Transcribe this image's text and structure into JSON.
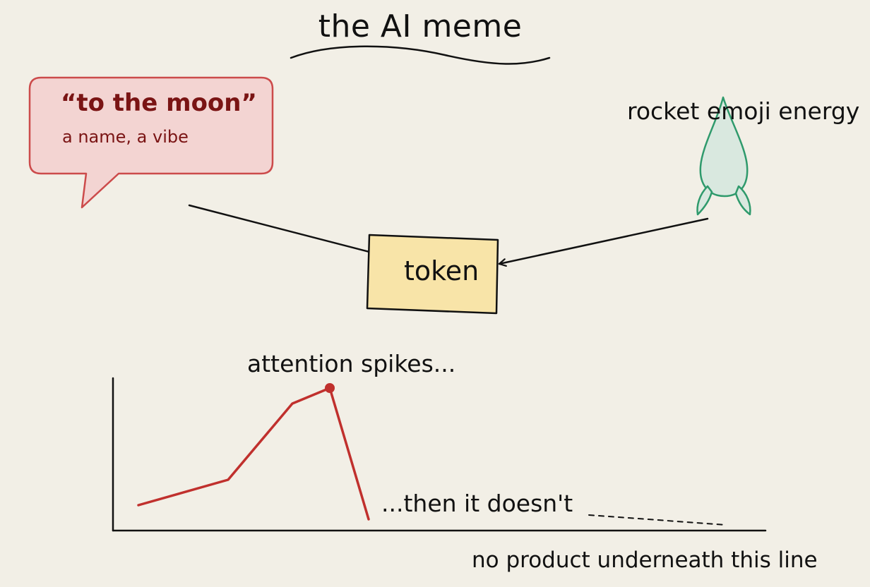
{
  "title": "the AI meme",
  "bubble": {
    "quote": "“to the moon”",
    "subtitle": "a name, a vibe"
  },
  "rocket": {
    "label": "rocket emoji energy"
  },
  "token": {
    "label": "token"
  },
  "graph": {
    "spike_label": "attention spikes...",
    "drop_label": "...then it doesn't",
    "axis_label": "no product underneath this line"
  },
  "colors": {
    "background": "#f2efe6",
    "bubble_fill": "#f3d4d2",
    "bubble_stroke": "#cc4b4b",
    "bubble_text": "#7a1414",
    "token_fill": "#f8e4a8",
    "rocket_fill": "#d9e8df",
    "rocket_stroke": "#2f9a6c",
    "line_red": "#c0302d",
    "ink": "#111111"
  }
}
